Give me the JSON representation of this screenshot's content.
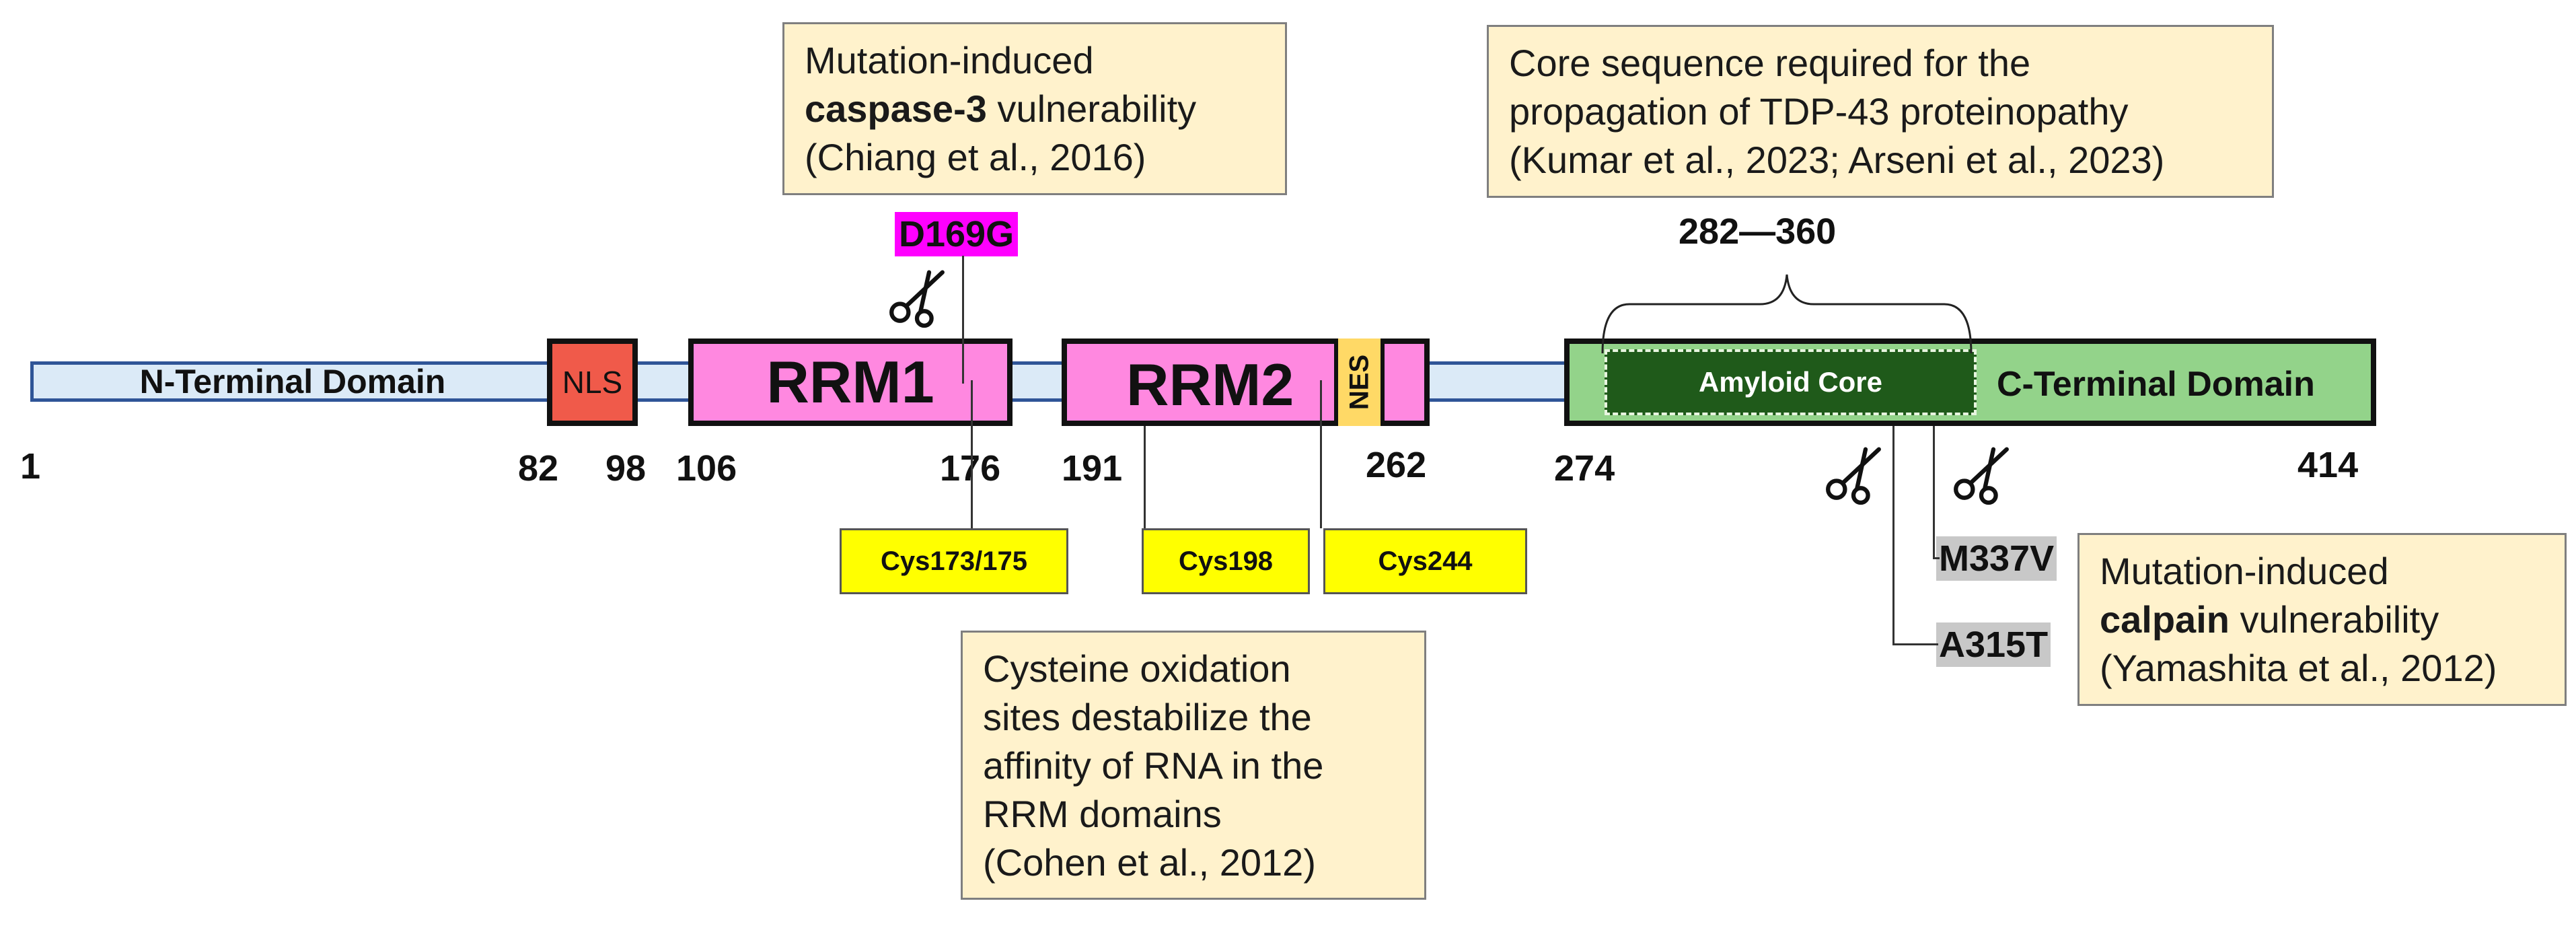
{
  "domains": {
    "n_terminal": "N-Terminal Domain",
    "nls": "NLS",
    "rrm1": "RRM1",
    "rrm2": "RRM2",
    "nes": "NES",
    "amyloid_core": "Amyloid Core",
    "c_terminal": "C-Terminal Domain"
  },
  "positions": {
    "p1": "1",
    "p82": "82",
    "p98": "98",
    "p106": "106",
    "p176": "176",
    "p191": "191",
    "p262": "262",
    "p274": "274",
    "p414": "414",
    "core_range": "282—360"
  },
  "mutations": {
    "d169g": "D169G",
    "m337v": "M337V",
    "a315t": "A315T"
  },
  "cysteines": {
    "c173": "Cys173/175",
    "c198": "Cys198",
    "c244": "Cys244"
  },
  "notes": {
    "caspase": {
      "line1": "Mutation-induced",
      "line2_bold": "caspase-3",
      "line2_rest": " vulnerability",
      "line3": "(Chiang et al., 2016)"
    },
    "core": {
      "line1": "Core sequence required for the",
      "line2": "propagation of TDP-43 proteinopathy",
      "line3": "(Kumar et al., 2023; Arseni et al., 2023)"
    },
    "cysteine": {
      "line1": "Cysteine oxidation",
      "line2": "sites destabilize the",
      "line3": "affinity of RNA in the",
      "line4": "RRM domains",
      "line5": "(Cohen et al., 2012)"
    },
    "calpain": {
      "line1": "Mutation-induced",
      "line2_bold": "calpain",
      "line2_rest": " vulnerability",
      "line3": "(Yamashita et al., 2012)"
    }
  },
  "icons": [
    "scissors-icon"
  ],
  "colors": {
    "backbone": "#dbeaf7",
    "nls": "#f05a4a",
    "rrm": "#ff88e0",
    "nes": "#ffd966",
    "c_terminal": "#93d38a",
    "amyloid_core": "#1f5a1a",
    "mutation_d169g": "#ff00ff",
    "mutation_grey": "#c8c8c8",
    "cysteine": "#ffff00",
    "note_bg": "#fff2cc"
  }
}
